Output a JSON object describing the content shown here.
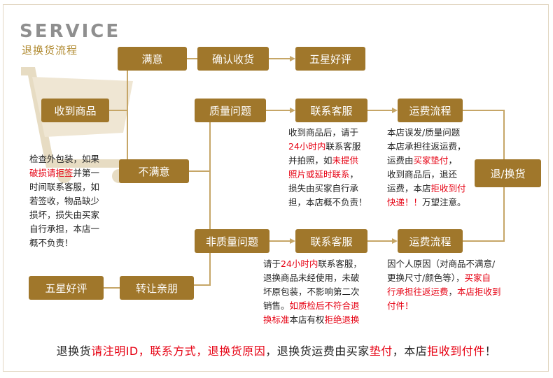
{
  "header": {
    "title_en": "SERVICE",
    "title_zh": "退换货流程"
  },
  "colors": {
    "box": "#a0772b",
    "line": "#c6a667",
    "cart": "#e7dcc3",
    "highlight": "#e60012"
  },
  "icons": {
    "cart": "shopping-cart-icon"
  },
  "nodes": {
    "received": "收到商品",
    "satisfied": "满意",
    "confirm": "确认收货",
    "five_star_top": "五星好评",
    "unsatisfied": "不满意",
    "quality": "质量问题",
    "non_quality": "非质量问题",
    "contact_1": "联系客服",
    "contact_2": "联系客服",
    "shipping_1": "运费流程",
    "shipping_2": "运费流程",
    "return_exchange": "退/换货",
    "transfer": "转让亲朋",
    "five_star_bottom": "五星好评"
  },
  "notes": {
    "inspect": [
      {
        "segments": [
          {
            "text": "检查外包装，如果"
          }
        ]
      },
      {
        "segments": [
          {
            "text": "破损请拒签",
            "red": true
          },
          {
            "text": "并第一"
          }
        ]
      },
      {
        "segments": [
          {
            "text": "时间联系客服，如"
          }
        ]
      },
      {
        "segments": [
          {
            "text": "若签收，物品缺少"
          }
        ]
      },
      {
        "segments": [
          {
            "text": "损坏，损失由买家"
          }
        ]
      },
      {
        "segments": [
          {
            "text": "自行承担，本店一"
          }
        ]
      },
      {
        "segments": [
          {
            "text": "概不负责！"
          }
        ]
      }
    ],
    "quality_contact": [
      {
        "segments": [
          {
            "text": "收到商品后，请于"
          }
        ]
      },
      {
        "segments": [
          {
            "text": "24小时内",
            "red": true
          },
          {
            "text": "联系客服"
          }
        ]
      },
      {
        "segments": [
          {
            "text": "并拍照，如"
          },
          {
            "text": "未提供",
            "red": true
          }
        ]
      },
      {
        "segments": [
          {
            "text": "照片或延时联系",
            "red": true
          },
          {
            "text": "，"
          }
        ]
      },
      {
        "segments": [
          {
            "text": "损失由买家自行承"
          }
        ]
      },
      {
        "segments": [
          {
            "text": "担，本店概不负责！"
          }
        ]
      }
    ],
    "quality_shipping": [
      {
        "segments": [
          {
            "text": "本店误发/质量问题"
          }
        ]
      },
      {
        "segments": [
          {
            "text": "本店承担往返运费，"
          }
        ]
      },
      {
        "segments": [
          {
            "text": "运费由"
          },
          {
            "text": "买家垫付",
            "red": true
          },
          {
            "text": "，"
          }
        ]
      },
      {
        "segments": [
          {
            "text": "收到商品后，退还"
          }
        ]
      },
      {
        "segments": [
          {
            "text": "运费，本店"
          },
          {
            "text": "拒收到付",
            "red": true
          }
        ]
      },
      {
        "segments": [
          {
            "text": "快递！！",
            "red": true
          },
          {
            "text": "万望注意。"
          }
        ]
      }
    ],
    "non_quality_contact": [
      {
        "segments": [
          {
            "text": "请于"
          },
          {
            "text": "24小时内",
            "red": true
          },
          {
            "text": "联系客服，"
          }
        ]
      },
      {
        "segments": [
          {
            "text": "退换商品未经使用，未破"
          }
        ]
      },
      {
        "segments": [
          {
            "text": "坏原包装，不影响第二次"
          }
        ]
      },
      {
        "segments": [
          {
            "text": "销售。"
          },
          {
            "text": "如质检后不符合退",
            "red": true
          }
        ]
      },
      {
        "segments": [
          {
            "text": "换标准",
            "red": true
          },
          {
            "text": "本店有权"
          },
          {
            "text": "拒绝退换",
            "red": true
          }
        ]
      }
    ],
    "non_quality_shipping": [
      {
        "segments": [
          {
            "text": "因个人原因（对商品不满意/"
          }
        ]
      },
      {
        "segments": [
          {
            "text": "更换尺寸/颜色等），"
          },
          {
            "text": "买家自",
            "red": true
          }
        ]
      },
      {
        "segments": [
          {
            "text": "行承担往返运费",
            "red": true
          },
          {
            "text": "，"
          },
          {
            "text": "本店拒收到",
            "red": true
          }
        ]
      },
      {
        "segments": [
          {
            "text": "付件！",
            "red": true
          }
        ]
      }
    ]
  },
  "footer": {
    "segments": [
      {
        "text": "退换货"
      },
      {
        "text": "请注明ID，联系方式，退换货原因",
        "red": true
      },
      {
        "text": "，退换货运费由买家"
      },
      {
        "text": "垫付",
        "red": true
      },
      {
        "text": "，本店"
      },
      {
        "text": "拒收到付件",
        "red": true
      },
      {
        "text": "！"
      }
    ]
  }
}
